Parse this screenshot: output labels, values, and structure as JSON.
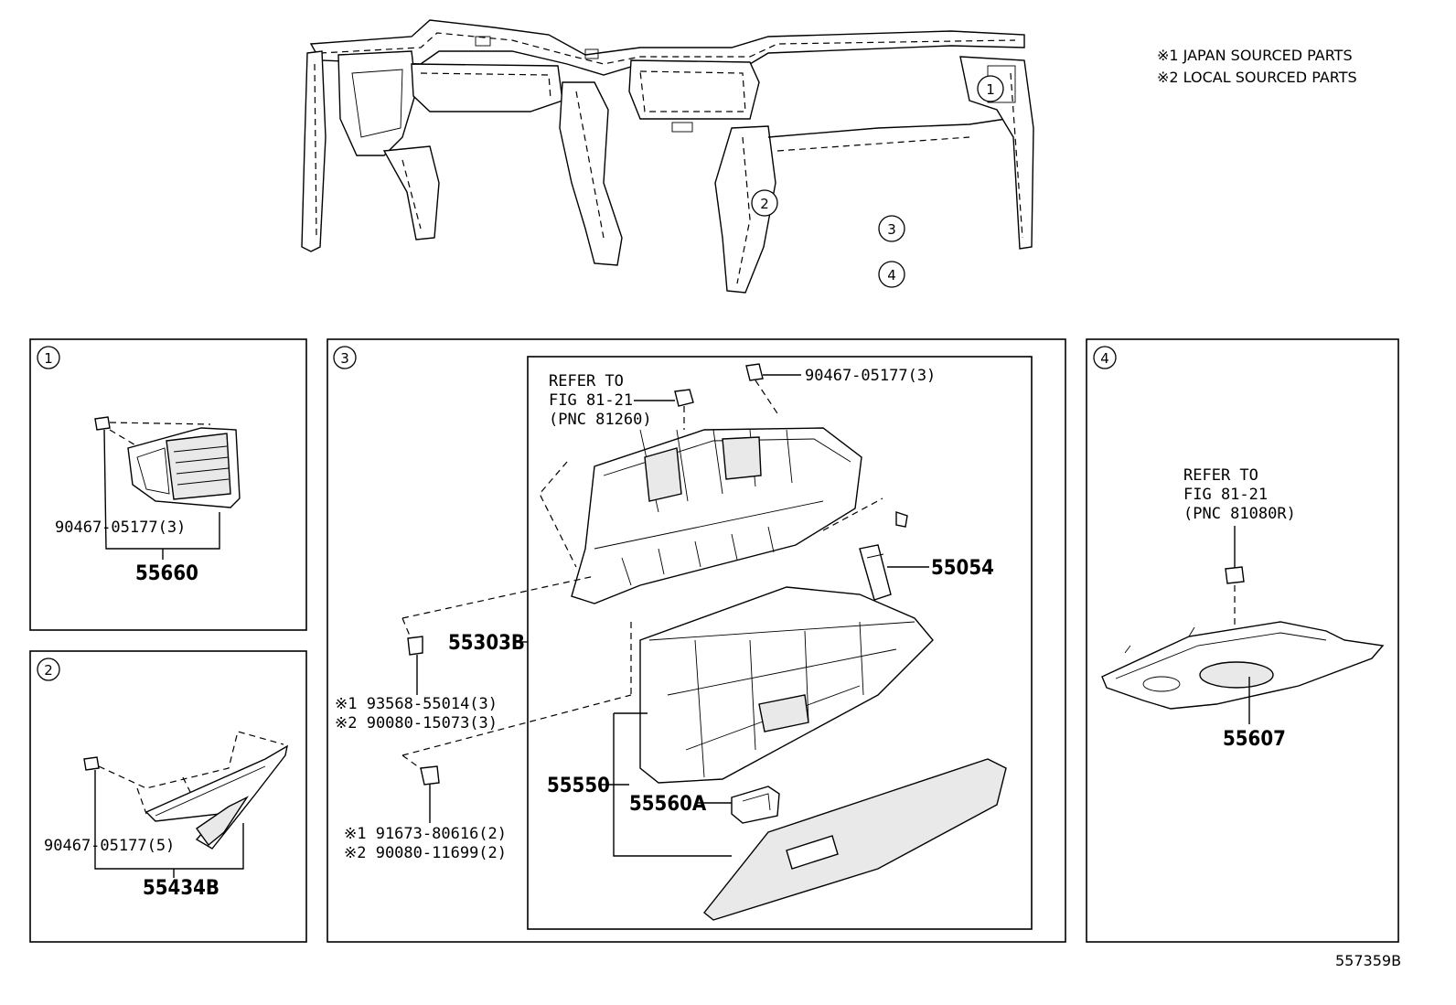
{
  "notes": {
    "japan": "※1 JAPAN SOURCED PARTS",
    "local": "※2  LOCAL SOURCED PARTS"
  },
  "overview": {
    "callout_1": "1",
    "callout_2": "2",
    "callout_3": "3",
    "callout_4": "4"
  },
  "panel1": {
    "badge": "1",
    "clip_label": "90467-05177(3)",
    "part_number": "55660"
  },
  "panel2": {
    "badge": "2",
    "clip_label": "90467-05177(5)",
    "part_number": "55434B"
  },
  "panel3": {
    "badge": "3",
    "refer_line1": "REFER TO",
    "refer_line2": "FIG 81-21",
    "refer_line3": "(PNC 81260)",
    "clip_top_label": "90467-05177(3)",
    "latch_label": "55054",
    "box_label": "55303B",
    "screw1_j": "※1  93568-55014(3)",
    "screw1_l": "※2  90080-15073(3)",
    "screw2_j": "※1  91673-80616(2)",
    "screw2_l": "※2  90080-11699(2)",
    "door_label": "55550",
    "lock_label": "55560A"
  },
  "panel4": {
    "badge": "4",
    "refer_line1": "REFER TO",
    "refer_line2": "FIG 81-21",
    "refer_line3": "(PNC 81080R)",
    "part_number": "55607"
  },
  "figure_id": "557359B"
}
